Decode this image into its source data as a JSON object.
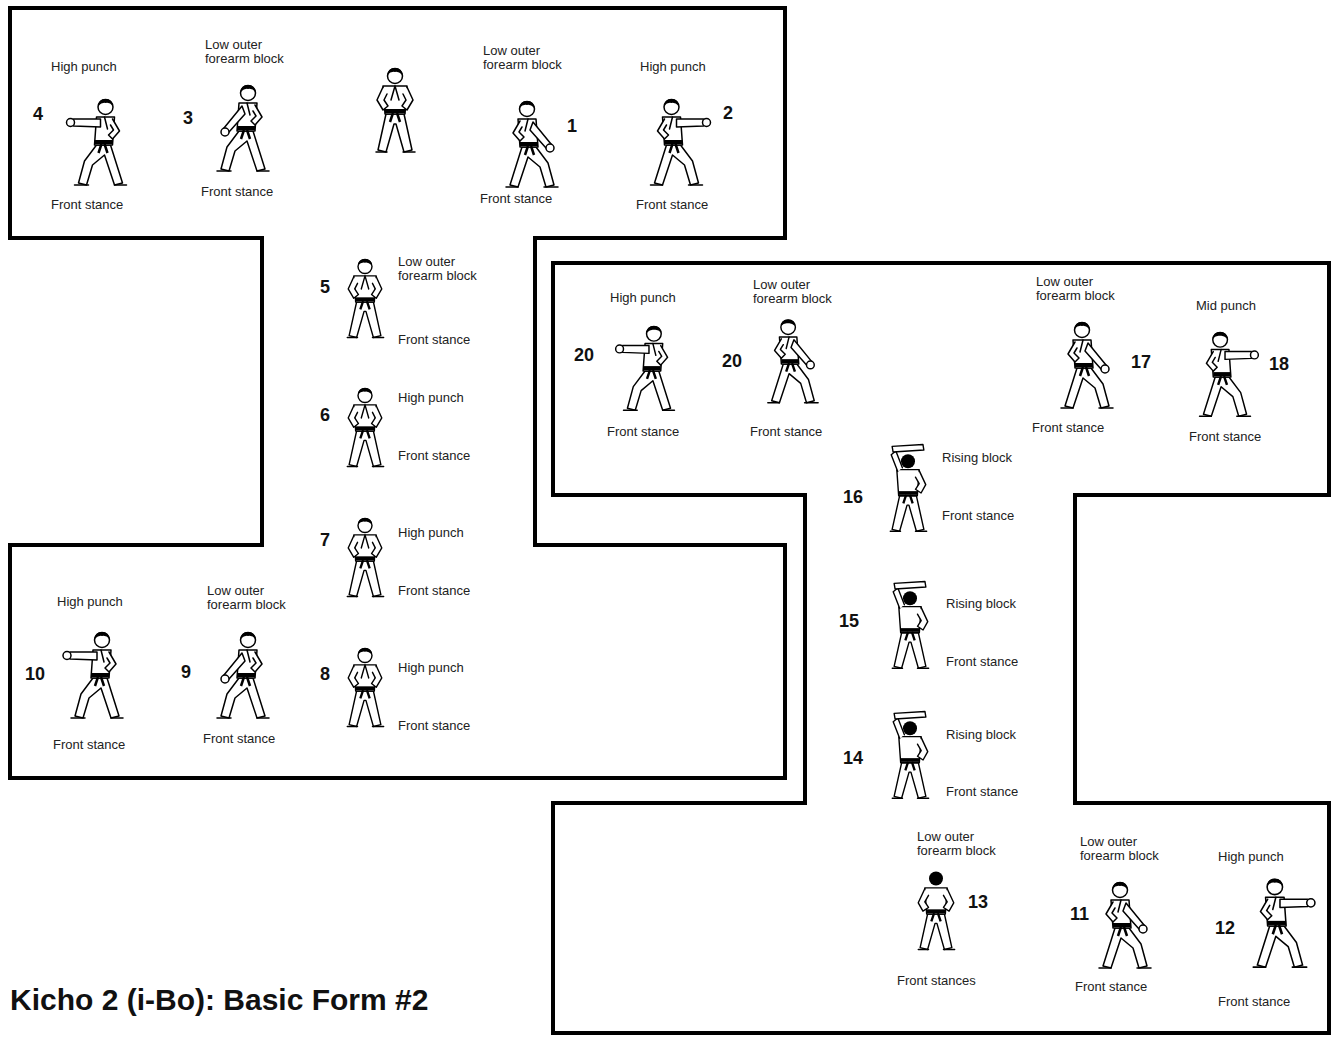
{
  "diagram": {
    "title": "Kicho 2 (i-Bo): Basic Form #2",
    "labels": [
      "Low outer forearm block",
      "1",
      "Front stance",
      "High punch",
      "2",
      "Front stance",
      "Low outer forearm block",
      "3",
      "Front stance",
      "High punch",
      "4",
      "Front stance",
      "5",
      "Low outer forearm block",
      "Front stance",
      "6",
      "High punch",
      "Front stance",
      "7",
      "High punch",
      "Front stance",
      "8",
      "High punch",
      "Front stance",
      "Low outer forearm block",
      "9",
      "Front stance",
      "High punch",
      "10",
      "Front stance",
      "Low outer forearm block",
      "11",
      "Front stance",
      "High punch",
      "12",
      "Front stance",
      "Low outer forearm block",
      "13",
      "Front stances",
      "14",
      "Rising block",
      "Front stance",
      "15",
      "Rising block",
      "Front stance",
      "16",
      "Rising block",
      "Front stance",
      "Low outer forearm block",
      "17",
      "Front stance",
      "Mid punch",
      "18",
      "Front stance",
      "High punch",
      "20",
      "Front stance",
      "Low outer forearm block",
      "20",
      "Front stance"
    ]
  }
}
